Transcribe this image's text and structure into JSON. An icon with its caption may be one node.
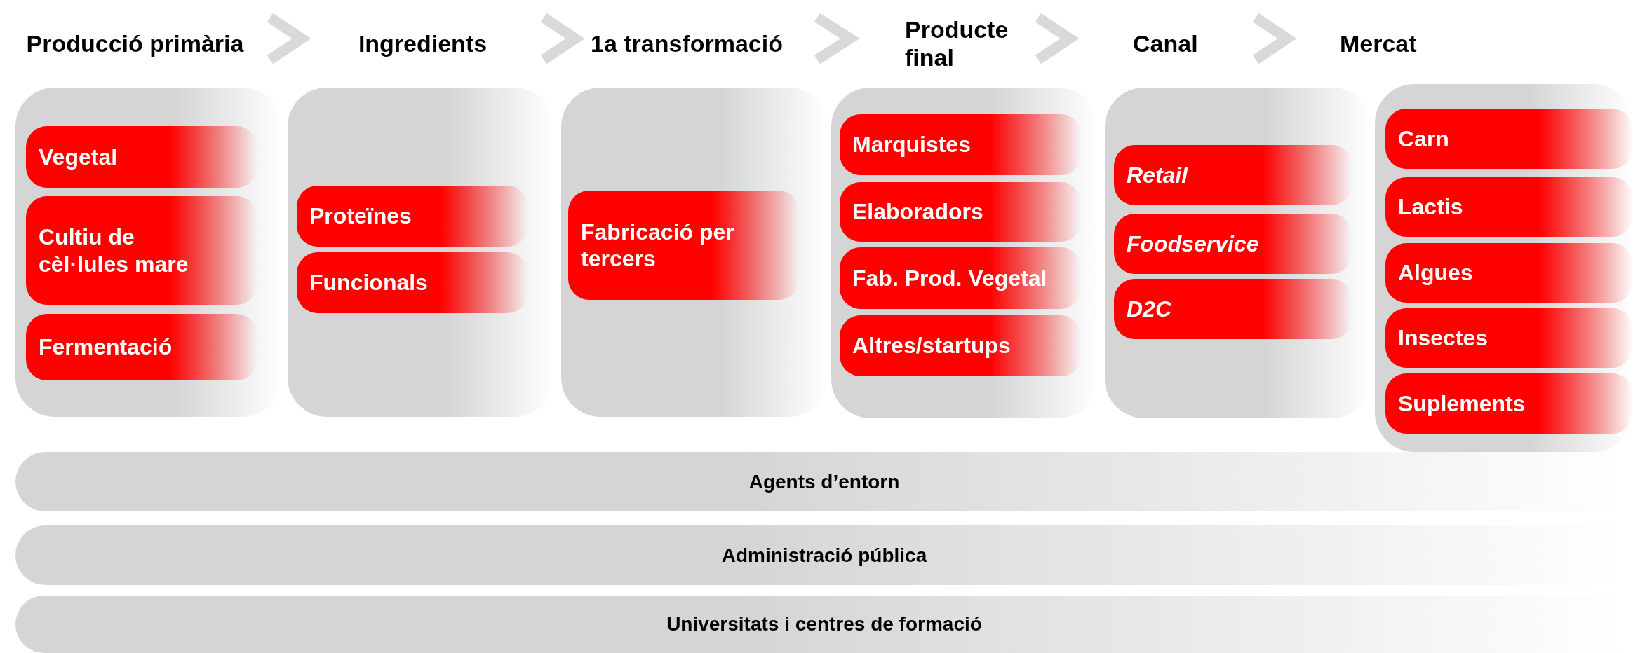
{
  "diagram": {
    "nodes": [
      {
        "text": [
          "Producció primària"
        ]
      },
      {
        "text": [
          "Ingredients"
        ]
      },
      {
        "text": [
          "1a transformació"
        ]
      },
      {
        "text": [
          "Producte final"
        ]
      },
      {
        "text": [
          "Canal"
        ]
      },
      {
        "text": [
          "Mercat"
        ]
      },
      {
        "text": [],
        "shape": "box"
      },
      {
        "text": [
          "Vegetal"
        ],
        "in": 6
      },
      {
        "text": [
          "Cultiu de cèl·lules mare"
        ],
        "in": 6
      },
      {
        "text": [
          "Fermentació"
        ],
        "in": 6
      },
      {
        "text": [],
        "shape": "box"
      },
      {
        "text": [
          "Proteïnes"
        ],
        "in": 10
      },
      {
        "text": [
          "Funcionals"
        ],
        "in": 10
      },
      {
        "text": [],
        "shape": "box"
      },
      {
        "text": [
          "Fabricació per tercers"
        ],
        "in": 13
      },
      {
        "text": [],
        "shape": "box"
      },
      {
        "text": [
          "Marquistes"
        ],
        "in": 15
      },
      {
        "text": [
          "Elaboradors"
        ],
        "in": 15
      },
      {
        "text": [
          "Fab. Prod. Vegetal"
        ],
        "in": 15
      },
      {
        "text": [
          "Altres/startups"
        ],
        "in": 15
      },
      {
        "text": [],
        "shape": "box"
      },
      {
        "text": [
          "Retail"
        ],
        "in": 20
      },
      {
        "text": [
          "Foodservice"
        ],
        "in": 20
      },
      {
        "text": [
          "D2C"
        ],
        "in": 20
      },
      {
        "text": [],
        "shape": "box"
      },
      {
        "text": [
          "Carn"
        ],
        "in": 24
      },
      {
        "text": [
          "Lactis"
        ],
        "in": 24
      },
      {
        "text": [
          "Algues"
        ],
        "in": 24
      },
      {
        "text": [
          "Insectes"
        ],
        "in": 24
      },
      {
        "text": [
          "Suplements"
        ],
        "in": 24
      },
      {
        "text": [
          "Agents d’entorn"
        ]
      },
      {
        "text": [
          "Administració pública"
        ]
      },
      {
        "text": [
          "Universitats i centres de formació"
        ]
      }
    ],
    "edges": [
      {
        "from": 0,
        "to": 1,
        "arrow": "to"
      },
      {
        "from": 1,
        "to": 2,
        "arrow": "to"
      },
      {
        "from": 2,
        "to": 3,
        "arrow": "to"
      },
      {
        "from": 3,
        "to": 4,
        "arrow": "to"
      },
      {
        "from": 4,
        "to": 5,
        "arrow": "to"
      }
    ]
  }
}
